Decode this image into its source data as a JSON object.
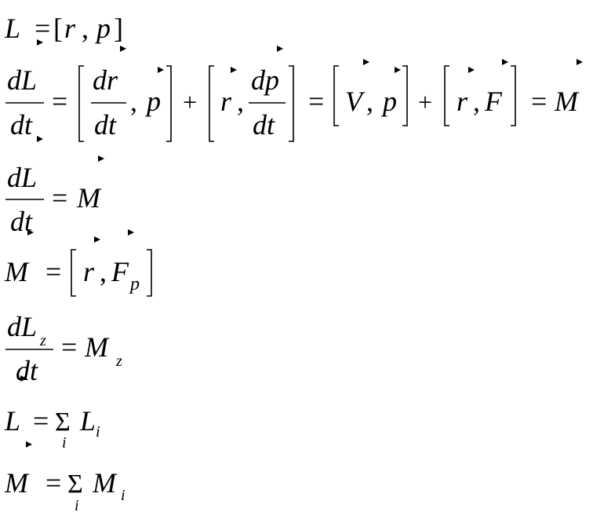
{
  "equations": {
    "eq1": {
      "lhs": "L",
      "eq": "=",
      "lb": "[",
      "a": "r",
      "comma": ",",
      "b": "p",
      "rb": "]"
    },
    "eq2": {
      "num1": "dL",
      "den1": "dt",
      "eq": "=",
      "t1num": "dr",
      "t1den": "dt",
      "t1comma": ",",
      "t1p": "p",
      "plus1": "+",
      "t2r": "r",
      "t2comma": ",",
      "t2num": "dp",
      "t2den": "dt",
      "eq2": "=",
      "t3v": "V",
      "t3comma": ",",
      "t3p": "p",
      "plus2": "+",
      "t4r": "r",
      "t4comma": ",",
      "t4f": "F",
      "eq3": "=",
      "rhs": "M"
    },
    "eq3": {
      "num": "dL",
      "den": "dt",
      "eq": "=",
      "rhs": "M"
    },
    "eq4": {
      "lhs": "M",
      "eq": "=",
      "r": "r",
      "comma": ",",
      "f": "F",
      "fsub": "p"
    },
    "eq5": {
      "num": "dL",
      "numsub": "z",
      "den": "dt",
      "eq": "=",
      "rhs": "M",
      "rhssub": "z"
    },
    "eq6": {
      "lhs": "L",
      "eq": "=",
      "sum": "Σ",
      "sumsub": "i",
      "term": "L",
      "termsub": "i"
    },
    "eq7": {
      "lhs": "M",
      "eq": "=",
      "sum": "Σ",
      "sumsub": "i",
      "term": "M",
      "termsub": "i"
    }
  }
}
